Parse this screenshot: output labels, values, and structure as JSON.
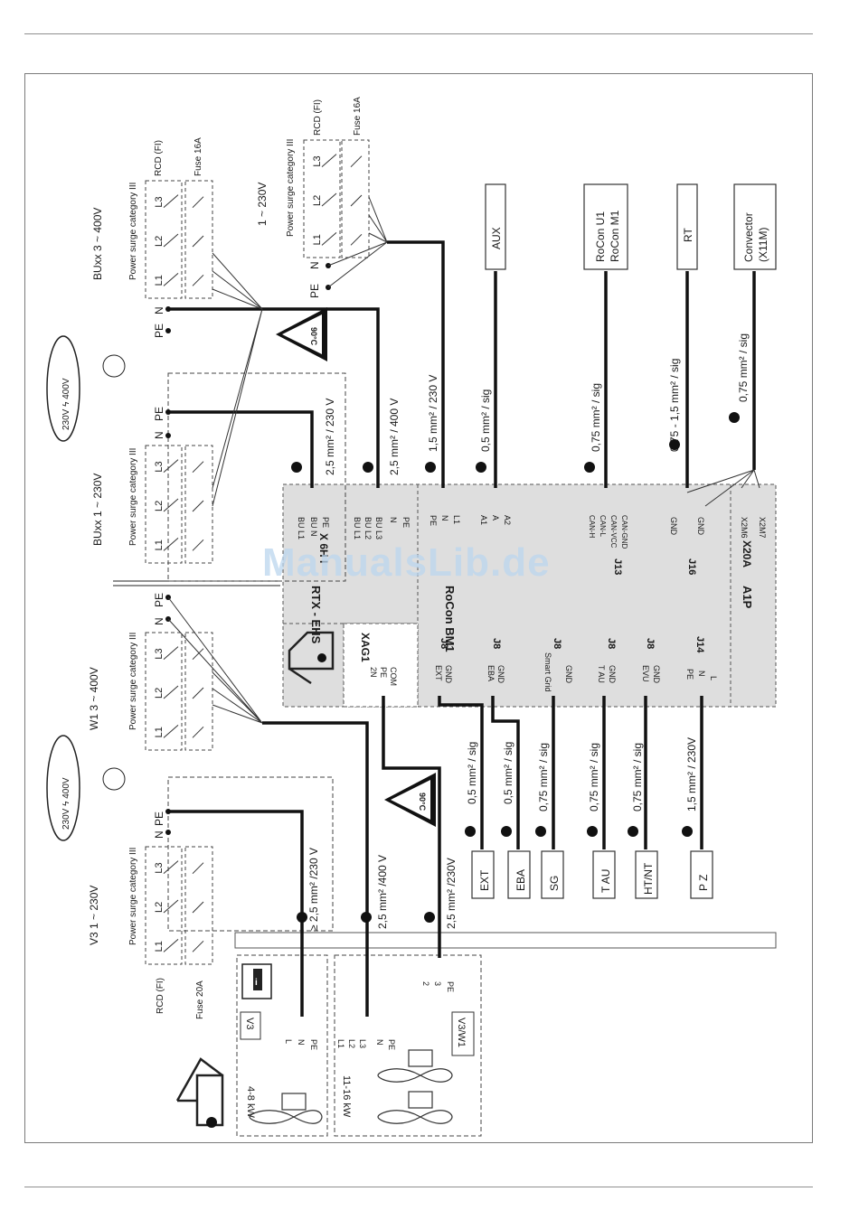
{
  "watermark": "ManualsLib.de",
  "panel": {
    "a1p": "A1P",
    "x20a": "X20A",
    "rocon_bm1": "RoCon BM1",
    "rtx_ehs": "RTX - EHS",
    "xag1": "XAG1",
    "xbhi": "X 6H I",
    "xag1_terminals": [
      "2N",
      "PE",
      "COM"
    ],
    "left_plugs": [
      {
        "id": "J8",
        "terminals": [
          "EXT",
          "GND"
        ]
      },
      {
        "id": "J8",
        "terminals": [
          "EBA",
          "GND"
        ]
      },
      {
        "id": "J8",
        "terminals": [
          "Smart Grid",
          "GND"
        ]
      },
      {
        "id": "J8",
        "terminals": [
          "T AU",
          "GND"
        ]
      },
      {
        "id": "J8",
        "terminals": [
          "EVU",
          "GND"
        ]
      },
      {
        "id": "J14",
        "terminals": [
          "PE",
          "N",
          "L"
        ]
      }
    ],
    "right_plugs": [
      {
        "id": "J13",
        "terminals": [
          "CAN-H",
          "CAN-L",
          "CAN-VCC",
          "CAN-GND"
        ]
      },
      {
        "id": "J16",
        "terminals": [
          "GND",
          "GND"
        ]
      }
    ],
    "x20a_terminals": [
      "X2M6",
      "X2M7"
    ],
    "rtx_terminals_1": [
      "BU L1",
      "BU N",
      "PE"
    ],
    "rtx_terminals_2": [
      "BU L1",
      "BU L2",
      "BU L3",
      "N",
      "PE"
    ],
    "bm1_top_terminals_1": [
      "PE",
      "N",
      "L1"
    ],
    "bm1_top_terminals_2": [
      "A1",
      "A",
      "A2"
    ]
  },
  "supplies": {
    "v3": {
      "label": "V3  1 ~ 230V",
      "cat": "Power surge category III"
    },
    "w1": {
      "label": "W1  3 ~ 400V",
      "cat": "Power surge category III"
    },
    "bu1": {
      "label": "BUxx  1 ~ 230V",
      "cat": "Power surge category III"
    },
    "bu3": {
      "label": "BUxx  3 ~ 400V",
      "cat": "Power surge category III"
    },
    "aux": {
      "label": "1 ~ 230V",
      "cat": "Power surge category III"
    },
    "cloud_text": "230V ϟ 400V",
    "rcd": "RCD (FI)",
    "fuse20": "Fuse 20A",
    "fuse16": "Fuse 16A",
    "phases": [
      "L1",
      "L2",
      "L3"
    ],
    "pe": "PE",
    "n": "N",
    "temp": "90°C"
  },
  "cables": {
    "v3": "≥ 2,5 mm² /230 V",
    "w1": "2,5 mm² /400 V",
    "xag": "2,5 mm² /230V",
    "bu1": "2,5 mm² / 230 V",
    "bu3": "2,5 mm² / 400 V",
    "aux_pwr": "1,5 mm² / 230 V",
    "aux": "0,5 mm² / sig",
    "rocon": "0,75 mm² / sig",
    "rt": "0,75 - 1,5 mm² / sig",
    "conv": "0,75 mm² / sig",
    "ext": "0,5 mm² / sig",
    "eba": "0,5 mm² / sig",
    "sg": "0,75 mm² / sig",
    "tau": "0,75 mm² / sig",
    "htnt": "0,75 mm² / sig",
    "pz": "1,5 mm² / 230V"
  },
  "devices": {
    "aux": "AUX",
    "rocon_u1": "RoCon U1",
    "rocon_m1": "RoCon M1",
    "rt": "RT",
    "convector": "Convector",
    "x11m": "(X11M)",
    "ext": "EXT",
    "eba": "EBA",
    "sg": "SG",
    "tau": "T AU",
    "htnt": "HT/NT",
    "pz": "P Z"
  },
  "units": {
    "v3_name": "V3",
    "v3_power": "4-8 kW",
    "v3_terms": [
      "L",
      "N",
      "PE"
    ],
    "vw_name": "V3/W1",
    "vw_power": "11-16 kW",
    "vw_terms": [
      "L1",
      "L2",
      "L3",
      "N",
      "PE"
    ],
    "xag_terms": [
      "2",
      "3",
      "PE"
    ]
  },
  "colors": {
    "wire": "#111111",
    "panel": "#dedede",
    "frame": "#7a7a7a",
    "watermark": "#bcd6ee"
  }
}
